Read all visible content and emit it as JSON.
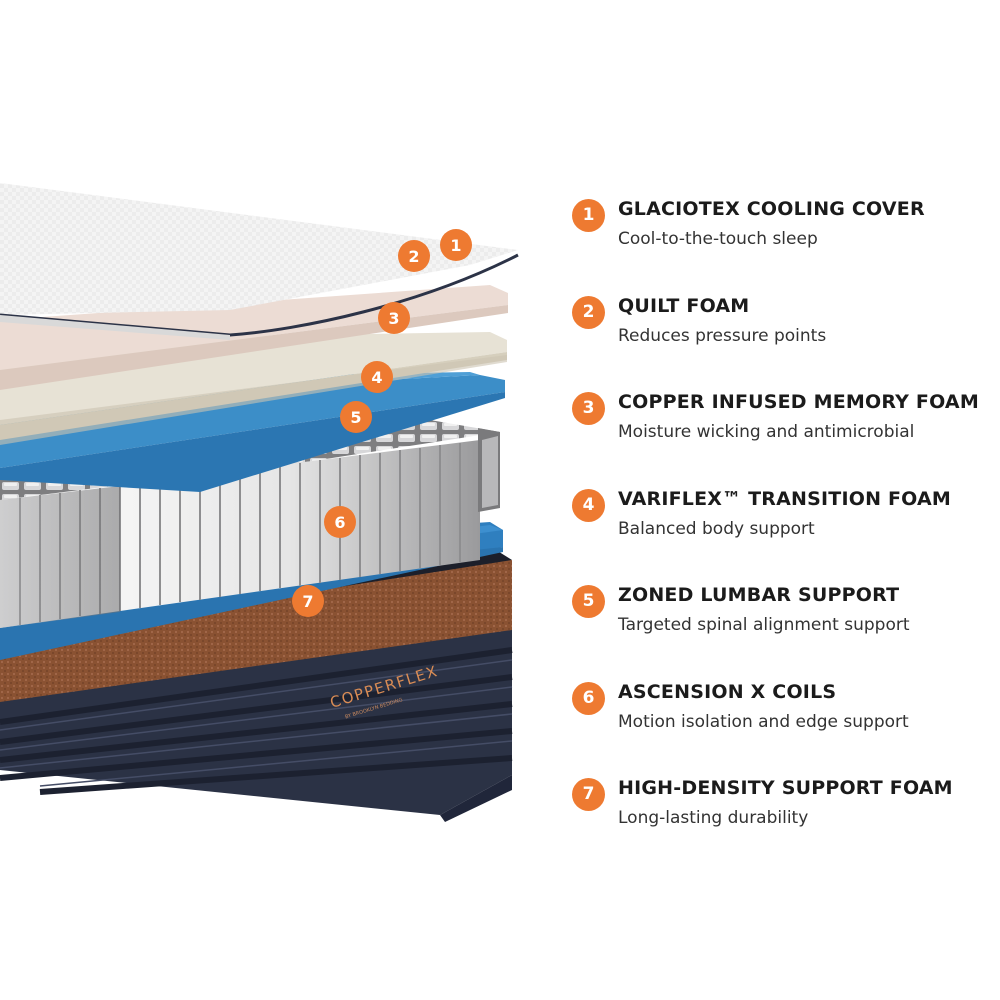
{
  "brand": {
    "name": "COPPERFLEX",
    "tagline": "BY BROOKLYN BEDDING"
  },
  "colors": {
    "accent": "#ee7a31",
    "cover": "#f2f2f2",
    "quilt_foam": "#ecdcd4",
    "memory_foam": "#e7e2d5",
    "transition_foam": "#3c8ec8",
    "support_foam": "#3d8fcf",
    "base": "#2b3245",
    "copper": "#8a5232"
  },
  "layers": [
    {
      "number": "1",
      "title": "GLACIOTEX COOLING COVER",
      "description": "Cool-to-the-touch sleep"
    },
    {
      "number": "2",
      "title": "QUILT FOAM",
      "description": "Reduces pressure points"
    },
    {
      "number": "3",
      "title": "COPPER INFUSED MEMORY FOAM",
      "description": "Moisture wicking and antimicrobial"
    },
    {
      "number": "4",
      "title": "VARIFLEX™ TRANSITION FOAM",
      "description": "Balanced body support"
    },
    {
      "number": "5",
      "title": "ZONED LUMBAR SUPPORT",
      "description": "Targeted spinal alignment support"
    },
    {
      "number": "6",
      "title": "ASCENSION X COILS",
      "description": "Motion isolation and edge support"
    },
    {
      "number": "7",
      "title": "HIGH-DENSITY SUPPORT FOAM",
      "description": "Long-lasting durability"
    }
  ]
}
